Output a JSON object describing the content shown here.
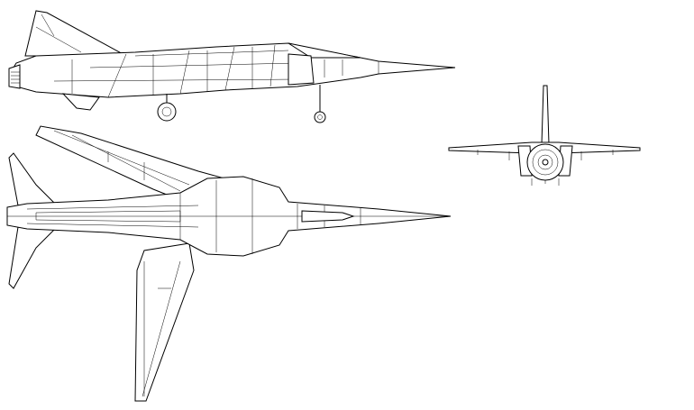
{
  "drawing": {
    "line_color": "#000000",
    "background": "#ffffff",
    "views": [
      "side",
      "top",
      "front"
    ]
  }
}
